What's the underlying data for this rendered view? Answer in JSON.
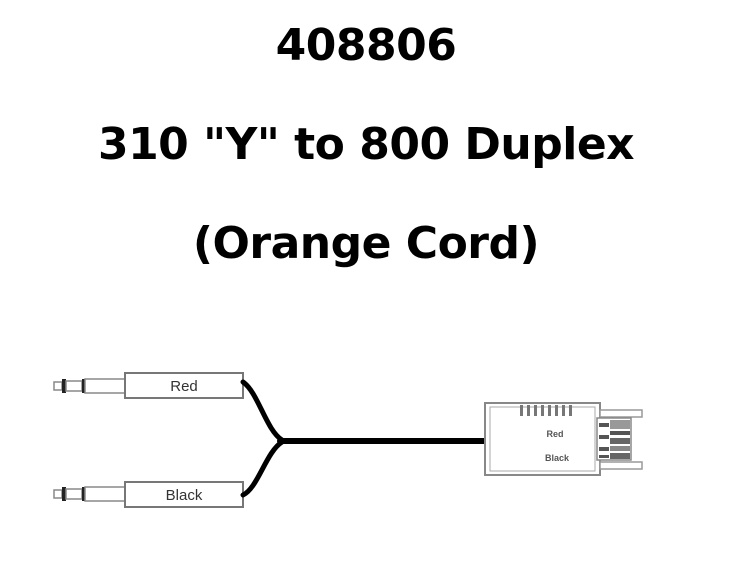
{
  "title": {
    "part_number": "408806",
    "description": "310 \"Y\" to 800 Duplex",
    "note": "(Orange Cord)"
  },
  "diagram": {
    "plugs": [
      {
        "label": "Red"
      },
      {
        "label": "Black"
      }
    ],
    "connector": {
      "labels": [
        "Red",
        "Black"
      ]
    }
  }
}
